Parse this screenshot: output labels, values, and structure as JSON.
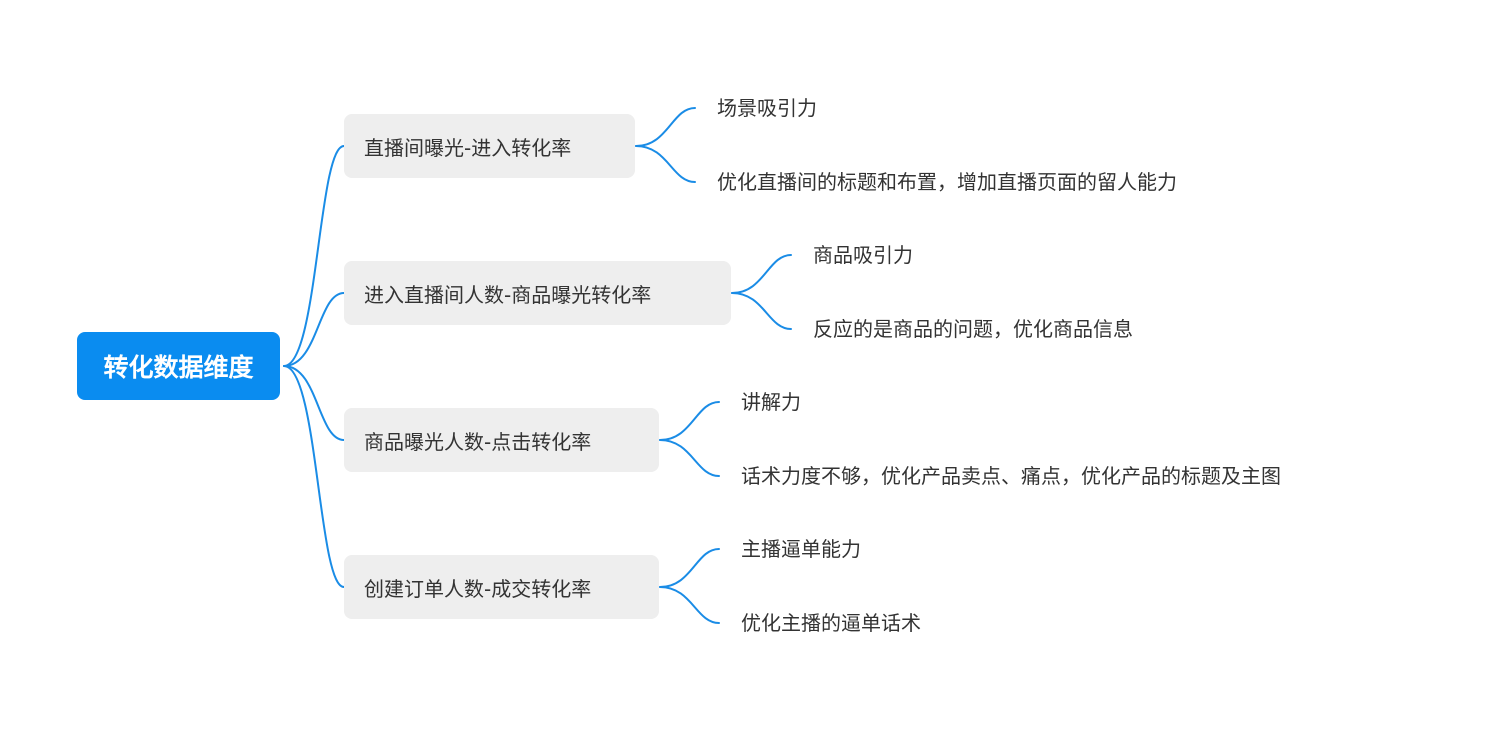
{
  "root": {
    "label": "转化数据维度"
  },
  "branches": [
    {
      "label": "直播间曝光-进入转化率",
      "children": [
        "场景吸引力",
        "优化直播间的标题和布置，增加直播页面的留人能力"
      ]
    },
    {
      "label": "进入直播间人数-商品曝光转化率",
      "children": [
        "商品吸引力",
        "反应的是商品的问题，优化商品信息"
      ]
    },
    {
      "label": "商品曝光人数-点击转化率",
      "children": [
        "讲解力",
        "话术力度不够，优化产品卖点、痛点，优化产品的标题及主图"
      ]
    },
    {
      "label": "创建订单人数-成交转化率",
      "children": [
        "主播逼单能力",
        "优化主播的逼单话术"
      ]
    }
  ],
  "colors": {
    "root_fill": "#0a8cf0",
    "branch_fill": "#eeeeee",
    "connector": "#1a8ce6",
    "text": "#333333"
  }
}
